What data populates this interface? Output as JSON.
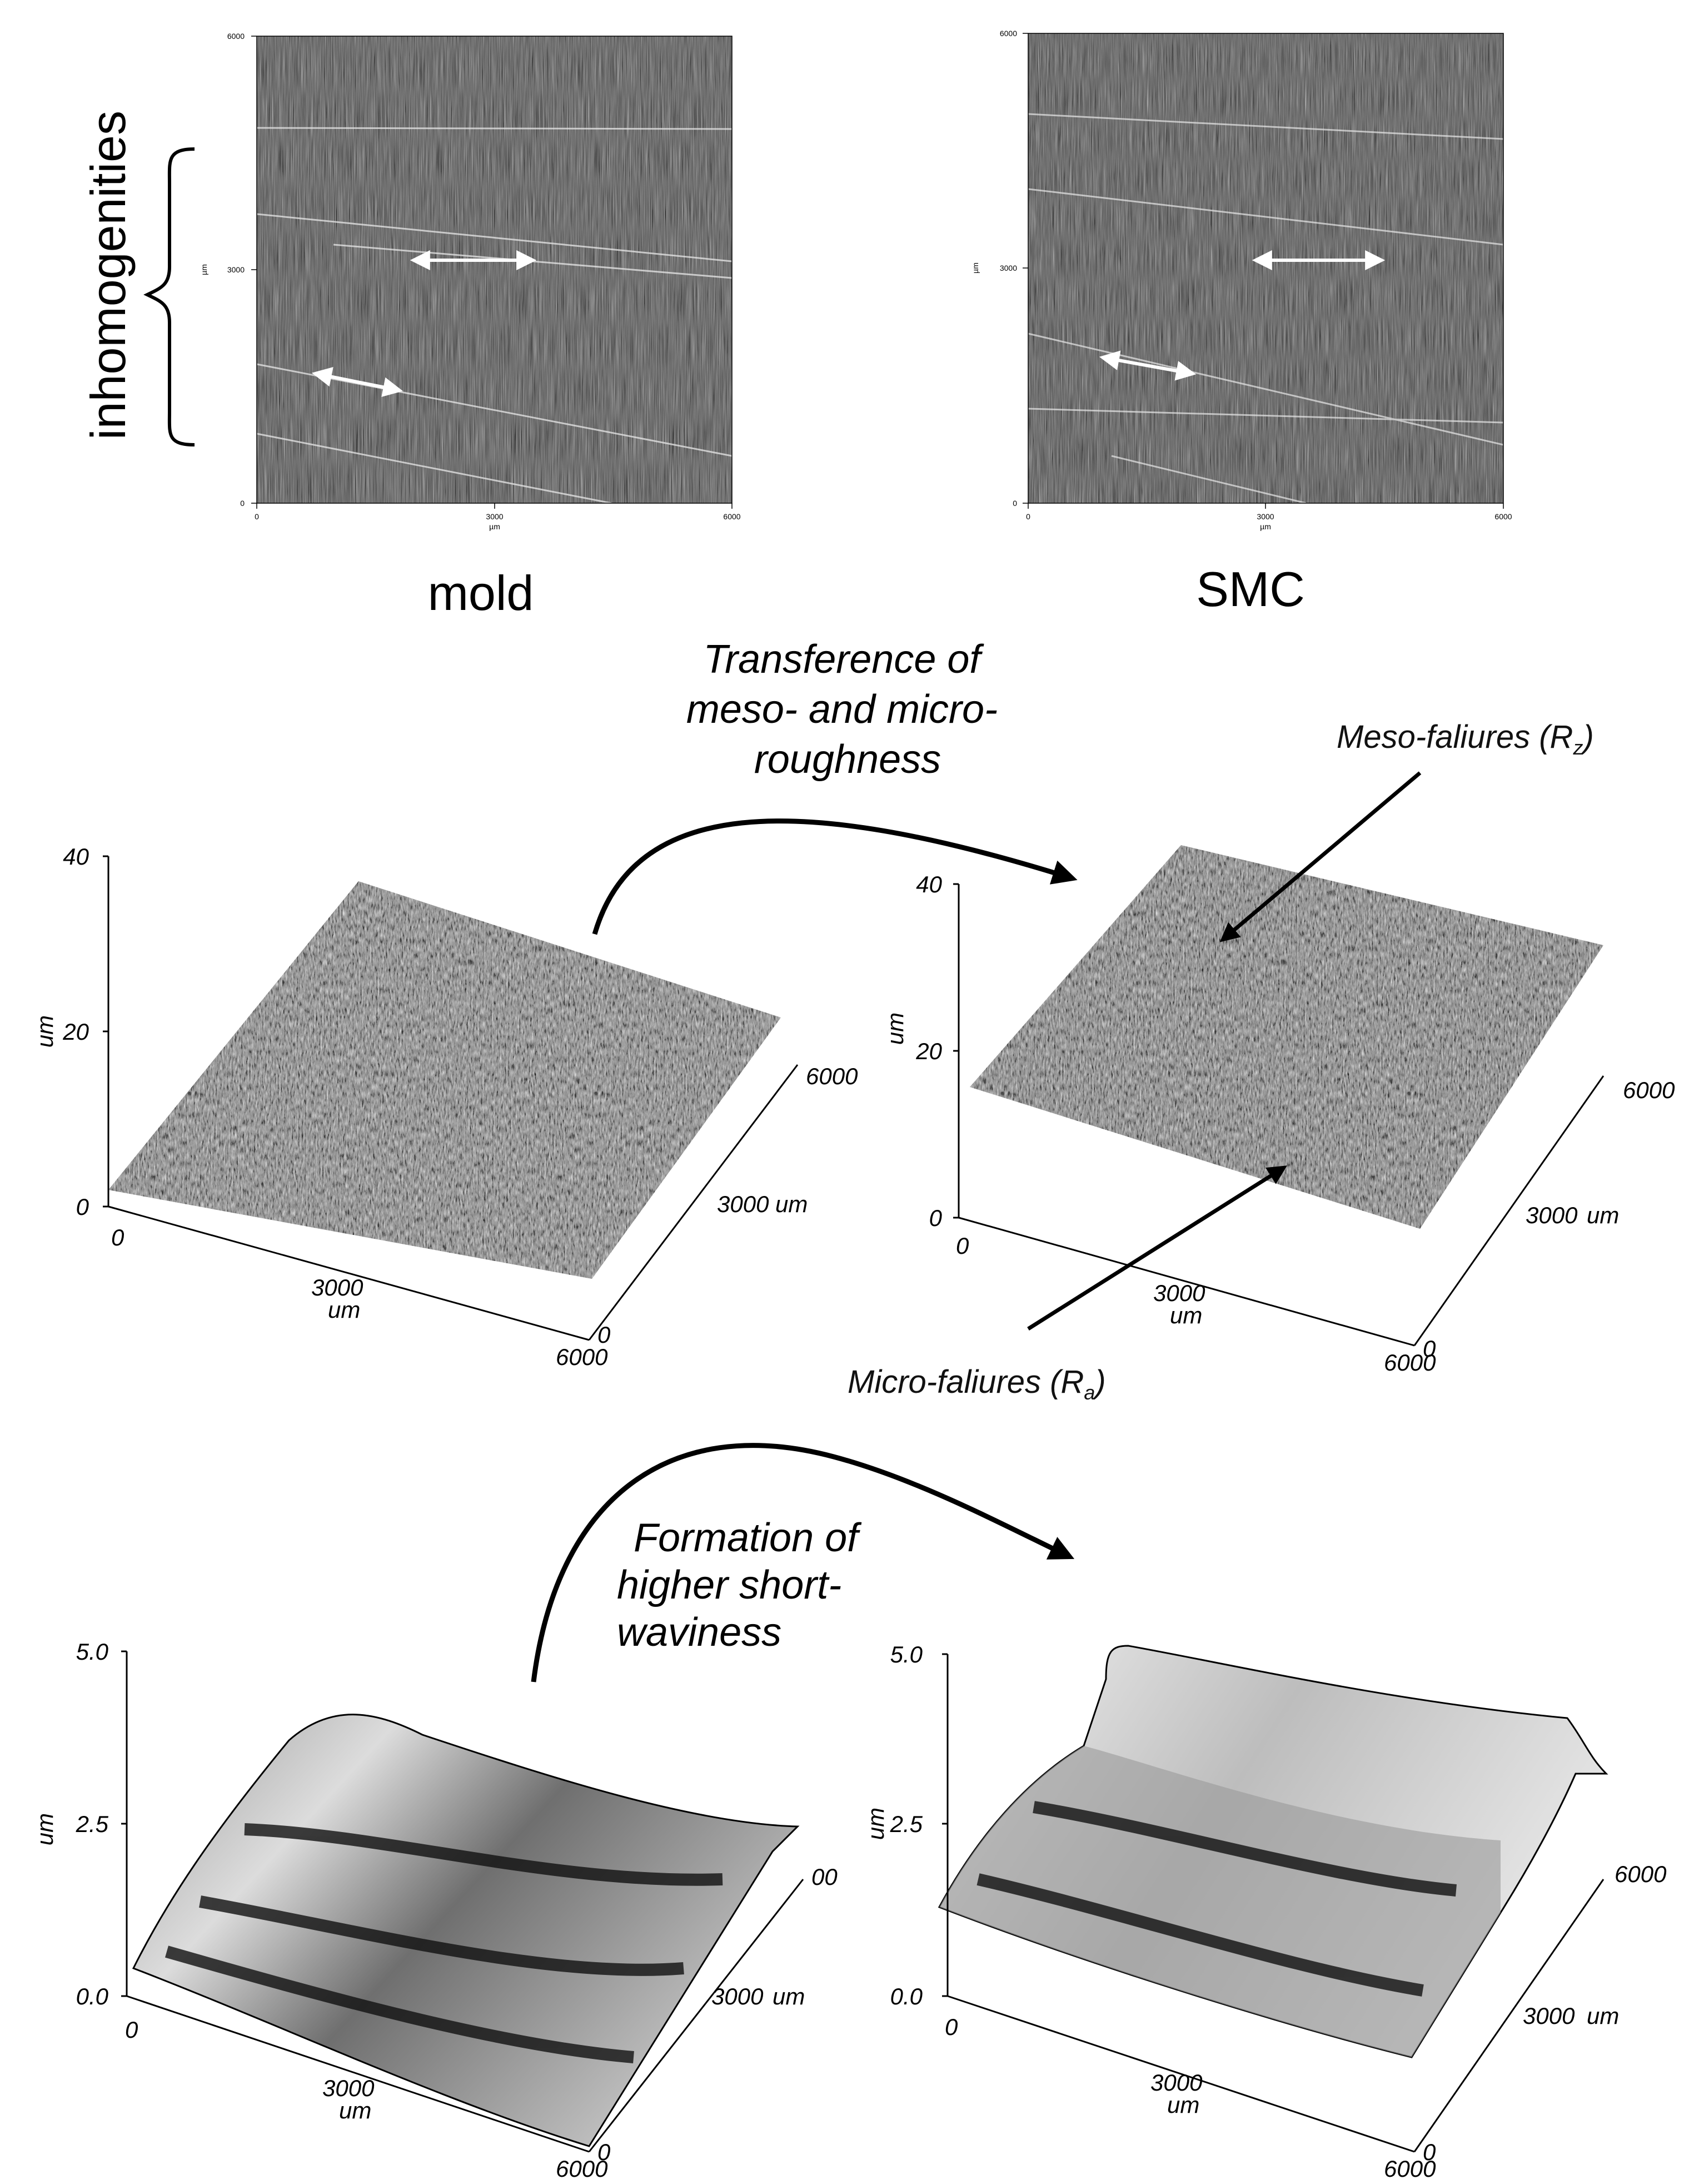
{
  "top_panels": {
    "left": {
      "label": "mold",
      "axis_unit": "µm",
      "x_ticks": [
        "0",
        "3000",
        "6000"
      ],
      "y_ticks": [
        "0",
        "3000",
        "6000"
      ]
    },
    "right": {
      "label": "SMC",
      "axis_unit": "µm",
      "x_ticks": [
        "0",
        "3000",
        "6000"
      ],
      "y_ticks": [
        "0",
        "3000",
        "6000"
      ]
    },
    "bracket_label": "inhomogenities"
  },
  "middle": {
    "transfer_label_lines": [
      "Transference of",
      "meso- and micro-",
      "roughness"
    ],
    "meso_label": "Meso-faliures (R",
    "meso_sub": "z",
    "micro_label": "Micro-faliures (R",
    "micro_sub": "a",
    "close_paren": ")",
    "left_plot": {
      "z_ticks": [
        "0",
        "20",
        "40"
      ],
      "z_unit": "um",
      "x_ticks": [
        "0",
        "3000",
        "6000"
      ],
      "x_unit": "um",
      "y_ticks": [
        "0",
        "3000",
        "6000"
      ],
      "y_unit": "um"
    },
    "right_plot": {
      "z_ticks": [
        "0",
        "20",
        "40"
      ],
      "z_unit": "um",
      "x_ticks": [
        "0",
        "3000",
        "6000"
      ],
      "x_unit": "um",
      "y_ticks": [
        "0",
        "3000",
        "6000"
      ],
      "y_unit": "um"
    }
  },
  "bottom": {
    "formation_label_lines": [
      "Formation of",
      "higher short-",
      "waviness"
    ],
    "left_plot": {
      "z_ticks": [
        "0.0",
        "2.5",
        "5.0"
      ],
      "z_unit": "um",
      "x_ticks": [
        "0",
        "3000",
        "6000"
      ],
      "x_unit": "um",
      "y_ticks": [
        "0",
        "3000",
        "00"
      ],
      "y_unit": "um"
    },
    "right_plot": {
      "z_ticks": [
        "0.0",
        "2.5",
        "5.0"
      ],
      "z_unit": "um",
      "x_ticks": [
        "0",
        "3000",
        "6000"
      ],
      "x_unit": "um",
      "y_ticks": [
        "0",
        "3000",
        "6000"
      ],
      "y_unit": "um"
    }
  }
}
